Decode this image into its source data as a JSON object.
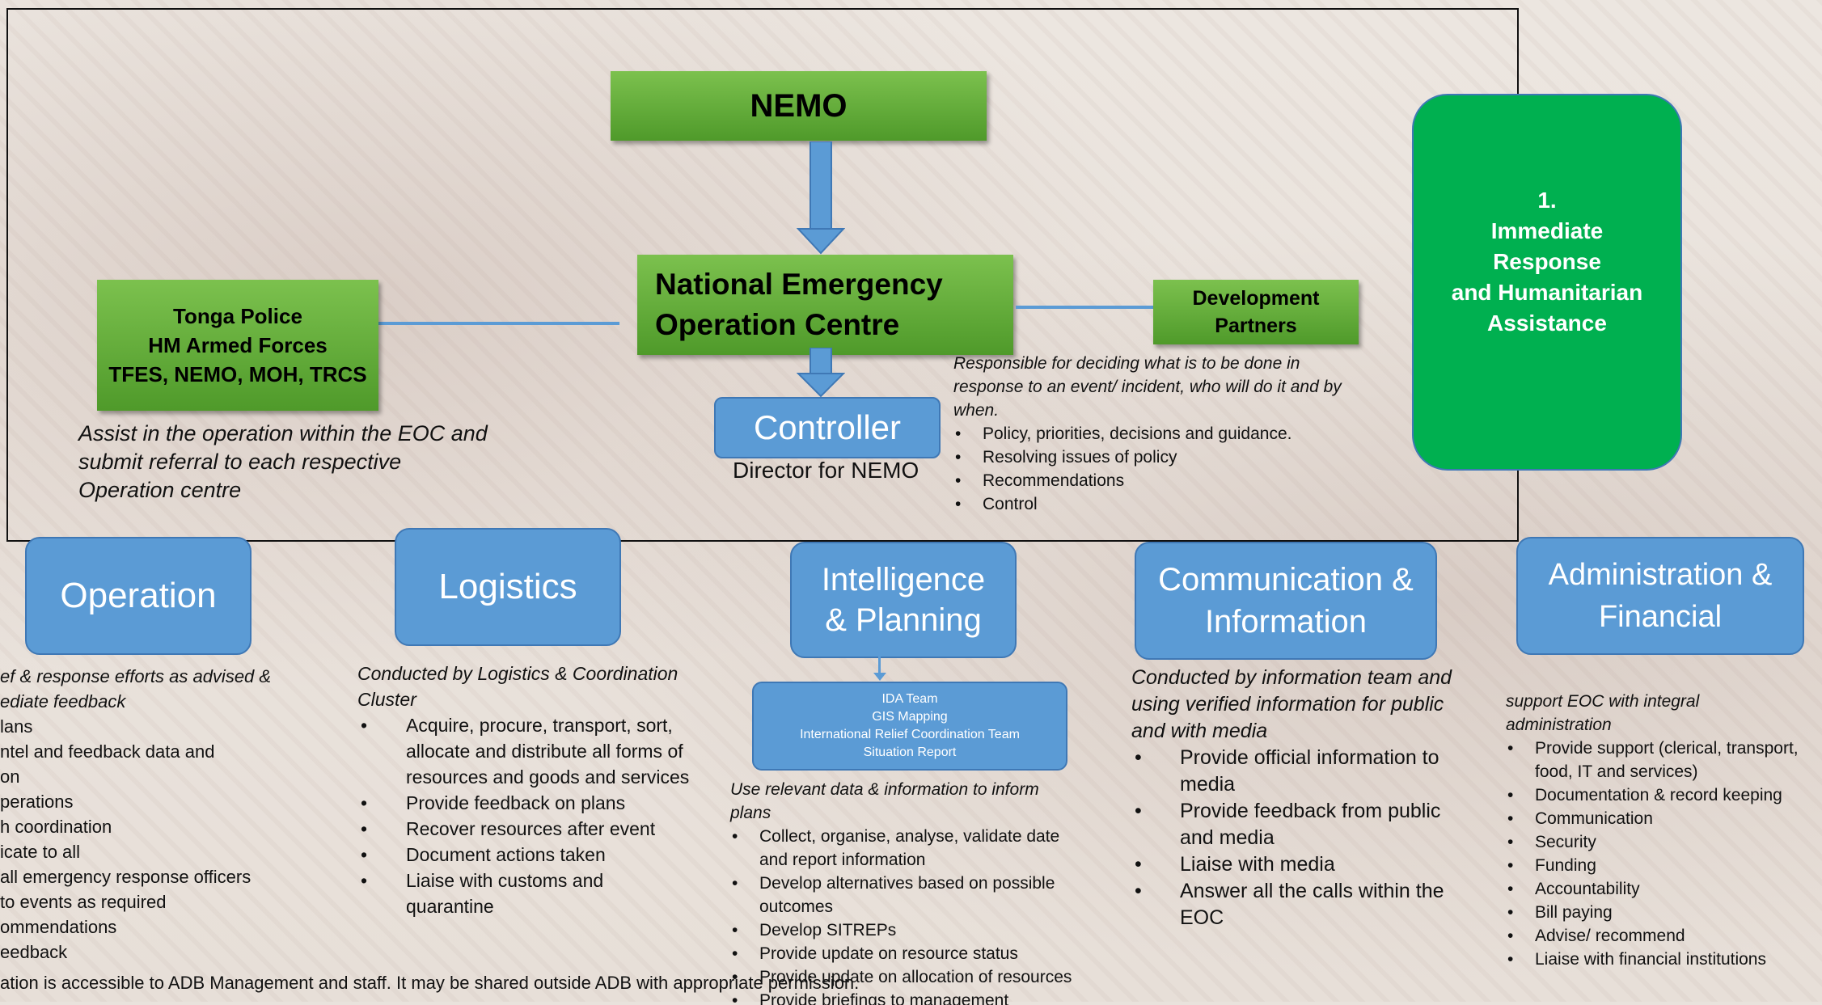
{
  "nemo": "NEMO",
  "neoc": {
    "line1": "National Emergency",
    "line2": "Operation Centre"
  },
  "left_box": {
    "line1": "Tonga Police",
    "line2": "HM Armed Forces",
    "line3": "TFES, NEMO, MOH, TRCS"
  },
  "left_desc": {
    "line1": "Assist in the operation within the EOC and",
    "line2": "submit referral to each respective",
    "line3": "Operation centre"
  },
  "dev_partners": {
    "line1": "Development",
    "line2": "Partners"
  },
  "controller": {
    "label": "Controller",
    "sub": "Director for NEMO"
  },
  "controller_desc": {
    "intro1": "Responsible for deciding what is to be done in",
    "intro2": "response to an event/ incident, who will do it and by",
    "intro3": "when.",
    "items": [
      "Policy, priorities, decisions and guidance.",
      "Resolving issues of policy",
      "Recommendations",
      "Control"
    ]
  },
  "immediate": {
    "line1": "1.",
    "line2": "Immediate",
    "line3": "Response",
    "line4": "and Humanitarian",
    "line5": "Assistance"
  },
  "operation": {
    "label": "Operation",
    "intro1": "ef & response efforts as advised &",
    "intro2": "ediate feedback",
    "items": [
      "lans",
      "ntel and feedback data and",
      "on",
      "perations",
      "h coordination",
      "icate to all",
      "all emergency response officers",
      "to events as required",
      "ommendations",
      "eedback"
    ]
  },
  "logistics": {
    "label": "Logistics",
    "intro1": "Conducted by Logistics & Coordination",
    "intro2": "Cluster",
    "items": [
      {
        "l1": "Acquire, procure, transport, sort,",
        "l2": "allocate and distribute all forms of",
        "l3": "resources and goods and services"
      },
      {
        "l1": "Provide feedback on plans"
      },
      {
        "l1": "Recover resources after event"
      },
      {
        "l1": "Document actions taken"
      },
      {
        "l1": "Liaise with customs and",
        "l2": "quarantine"
      }
    ]
  },
  "intel": {
    "line1": "Intelligence",
    "line2": "& Planning",
    "teams": [
      "IDA Team",
      "GIS Mapping",
      "International Relief Coordination Team",
      "Situation Report"
    ],
    "intro1": "Use relevant data & information to inform",
    "intro2": "plans",
    "items": [
      {
        "l1": "Collect, organise, analyse, validate date",
        "l2": "and report information"
      },
      {
        "l1": "Develop alternatives based on possible",
        "l2": "outcomes"
      },
      {
        "l1": "Develop SITREPs"
      },
      {
        "l1": "Provide update on resource status"
      },
      {
        "l1": "Provide update on allocation of resources"
      },
      {
        "l1": "Provide briefings to management"
      }
    ]
  },
  "comms": {
    "line1": "Communication &",
    "line2": "Information",
    "intro1": "Conducted by information team and",
    "intro2": "using verified information for public",
    "intro3": "and with media",
    "items": [
      {
        "l1": "Provide official information to",
        "l2": "media"
      },
      {
        "l1": "Provide feedback from public",
        "l2": "and media"
      },
      {
        "l1": "Liaise with media"
      },
      {
        "l1": "Answer all the calls within the",
        "l2": "EOC"
      }
    ]
  },
  "admin": {
    "line1": "Administration &",
    "line2": "Financial",
    "intro1": "support EOC with integral",
    "intro2": "administration",
    "items": [
      {
        "l1": "Provide support (clerical, transport,",
        "l2": "food, IT and services)"
      },
      {
        "l1": "Documentation & record keeping"
      },
      {
        "l1": "Communication"
      },
      {
        "l1": "Security"
      },
      {
        "l1": "Funding"
      },
      {
        "l1": "Accountability"
      },
      {
        "l1": "Bill paying"
      },
      {
        "l1": "Advise/ recommend"
      },
      {
        "l1": "Liaise with financial institutions"
      }
    ]
  },
  "footer": "ation is accessible to ADB Management and staff. It may be shared outside ADB with appropriate permission."
}
